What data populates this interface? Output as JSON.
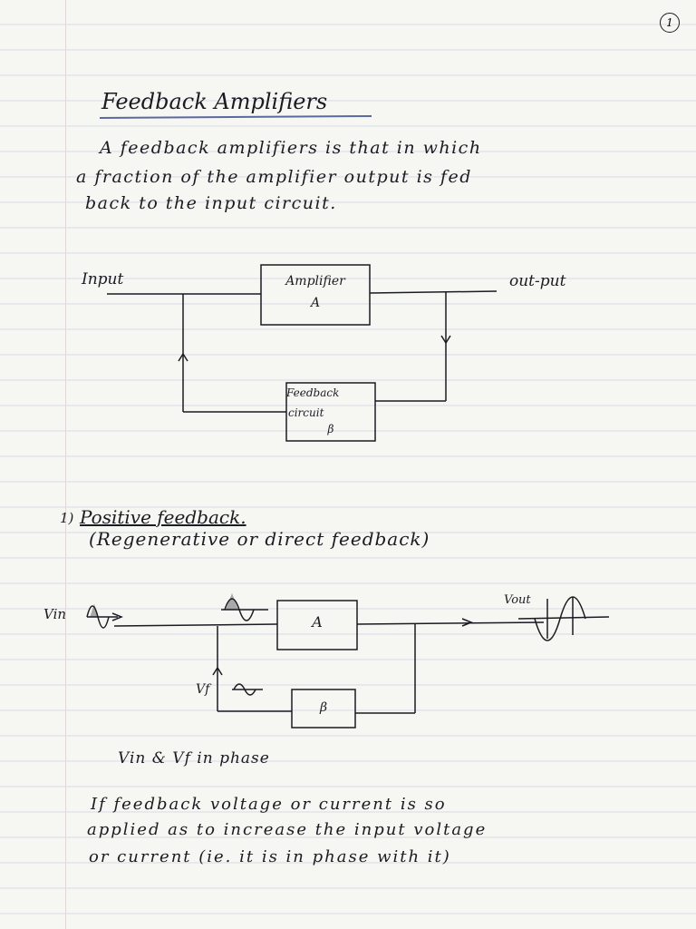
{
  "page_number": "1",
  "title": "Feedback Amplifiers",
  "intro": {
    "line1": "A feedback amplifiers is that in which",
    "line2": "a fraction of the amplifier output is fed",
    "line3": "back to the input circuit."
  },
  "diagram1": {
    "input_label": "Input",
    "output_label": "out-put",
    "amp_label_line1": "Amplifier",
    "amp_label_line2": "A",
    "fb_label_line1": "Feedback",
    "fb_label_line2": "circuit",
    "fb_label_line3": "β"
  },
  "section": {
    "number": "1)",
    "title": "Positive feedback.",
    "subtitle": "(Regenerative or direct feedback)"
  },
  "diagram2": {
    "vin_label": "Vin",
    "vout_label": "Vout",
    "vf_label": "Vf",
    "amp_label": "A",
    "beta_label": "β"
  },
  "phase_note": "Vin & Vf in phase",
  "conclusion": {
    "line1": "If feedback voltage or current is so",
    "line2": "applied as to increase the input voltage",
    "line3": "or current (ie. it is in phase with it)"
  }
}
